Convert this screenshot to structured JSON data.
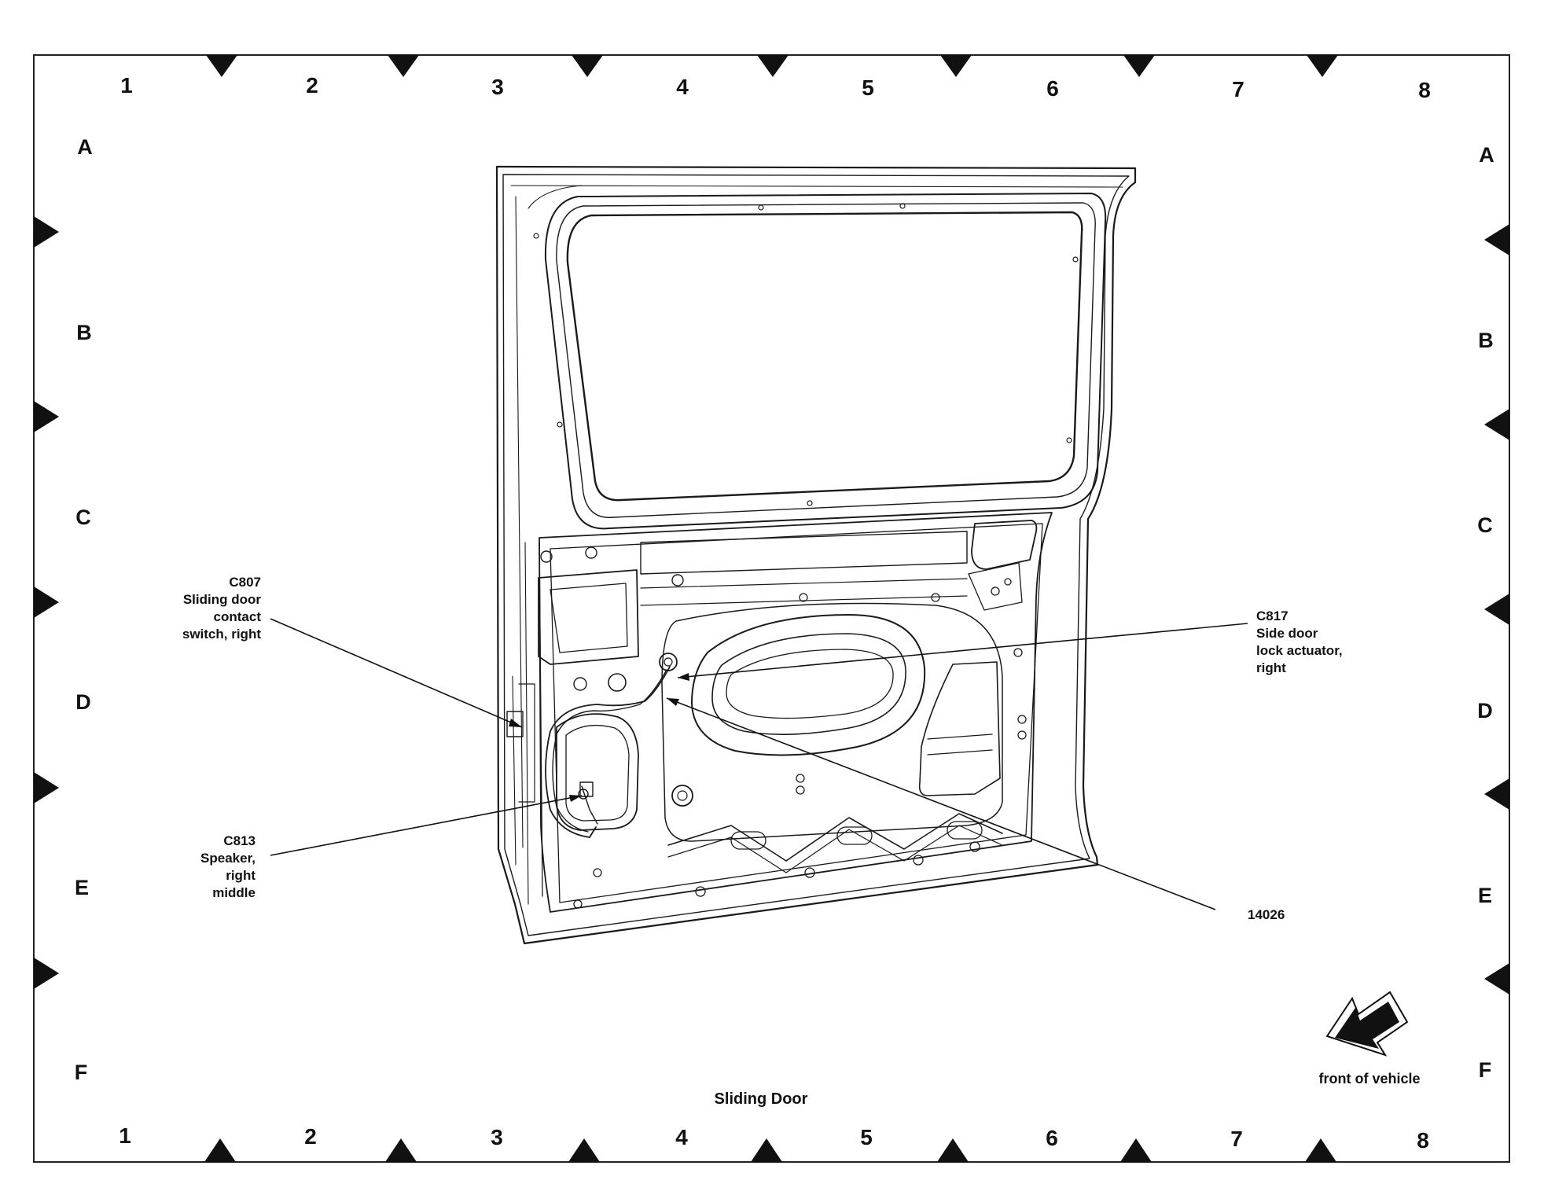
{
  "diagram": {
    "title": "Sliding Door",
    "column_labels": [
      "1",
      "2",
      "3",
      "4",
      "5",
      "6",
      "7",
      "8"
    ],
    "row_labels": [
      "A",
      "B",
      "C",
      "D",
      "E",
      "F"
    ],
    "callouts": {
      "c807": {
        "code": "C807",
        "lines": [
          "Sliding door",
          "contact",
          "switch, right"
        ]
      },
      "c813": {
        "code": "C813",
        "lines": [
          "Speaker,",
          "right",
          "middle"
        ]
      },
      "c817": {
        "code": "C817",
        "lines": [
          "Side door",
          "lock actuator,",
          "right"
        ]
      },
      "p14026": {
        "code": "14026"
      }
    },
    "direction_label": "front of vehicle"
  }
}
